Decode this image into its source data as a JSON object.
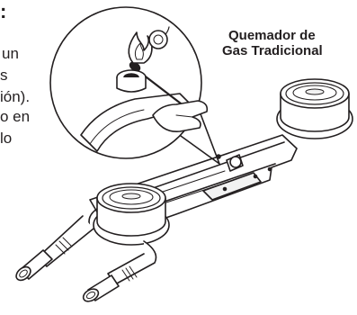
{
  "heading": {
    "colon": ":"
  },
  "body_lines": [
    "un",
    "s",
    "ión).",
    "o en",
    "lo",
    ""
  ],
  "callout": {
    "line1": "Quemador de",
    "line2": "Gas Tradicional"
  },
  "colors": {
    "ink": "#231f20",
    "fill": "#ffffff",
    "shade": "#e6e6e6"
  },
  "icons": [
    "flame-icon",
    "match-stick-icon",
    "hand-icon",
    "gas-burner-icon"
  ]
}
